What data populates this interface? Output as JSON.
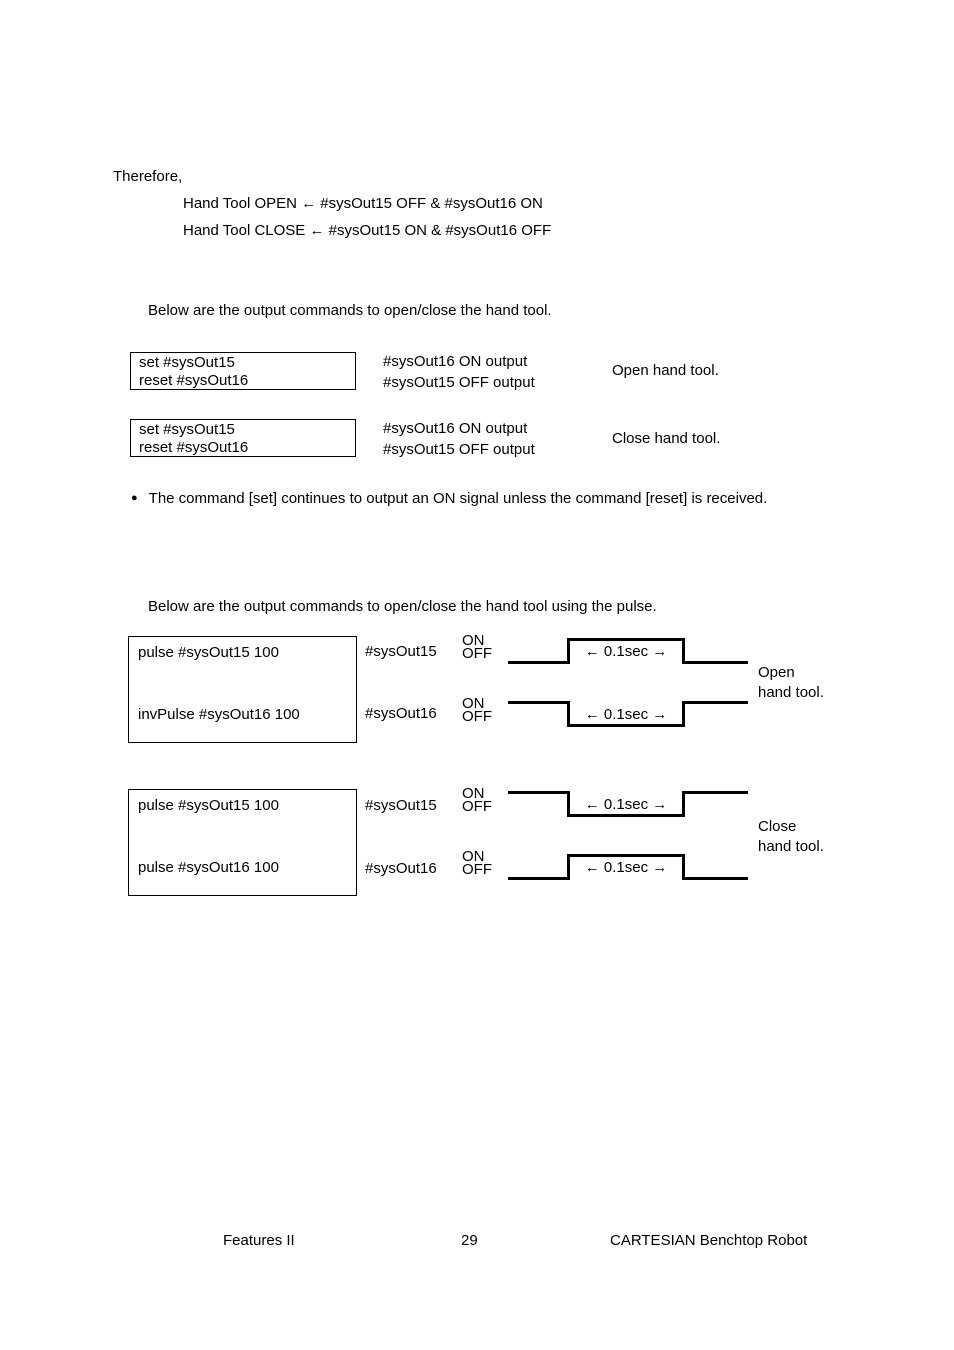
{
  "intro": {
    "therefore": "Therefore,",
    "open_line": "Hand Tool OPEN ← #sysOut15 OFF & #sysOut16 ON",
    "close_line": "Hand Tool CLOSE ← #sysOut15 ON & #sysOut16 OFF"
  },
  "set_section": {
    "lead": "Below are the output commands to open/close the hand tool.",
    "rows": [
      {
        "command_lines": [
          "set #sysOut15",
          "reset #sysOut16"
        ],
        "output_lines": [
          "#sysOut16 ON output",
          "#sysOut15 OFF output"
        ],
        "result": "Open hand tool."
      },
      {
        "command_lines": [
          "set #sysOut15",
          "reset #sysOut16"
        ],
        "output_lines": [
          "#sysOut16 ON output",
          "#sysOut15 OFF output"
        ],
        "result": "Close hand tool."
      }
    ],
    "bullet": "●",
    "note": "The command [set] continues to output an ON signal unless the command [reset] is received."
  },
  "pulse_section": {
    "lead": "Below are the output commands to open/close the hand tool using the pulse.",
    "diagrams": [
      {
        "commands": [
          "pulse #sysOut15 100",
          "invPulse #sysOut16 100"
        ],
        "signals": [
          {
            "name": "#sysOut15",
            "on_label": "ON",
            "off_label": "OFF",
            "pulse_label": "← 0.1sec →",
            "waveform": "high-pulse",
            "pulse_duration_sec": 0.1
          },
          {
            "name": "#sysOut16",
            "on_label": "ON",
            "off_label": "OFF",
            "pulse_label": "← 0.1sec →",
            "waveform": "low-pulse",
            "pulse_duration_sec": 0.1
          }
        ],
        "result_lines": [
          "Open",
          "hand tool."
        ]
      },
      {
        "commands": [
          "pulse #sysOut15 100",
          "pulse #sysOut16 100"
        ],
        "signals": [
          {
            "name": "#sysOut15",
            "on_label": "ON",
            "off_label": "OFF",
            "pulse_label": "← 0.1sec →",
            "waveform": "low-pulse",
            "pulse_duration_sec": 0.1
          },
          {
            "name": "#sysOut16",
            "on_label": "ON",
            "off_label": "OFF",
            "pulse_label": "← 0.1sec →",
            "waveform": "high-pulse",
            "pulse_duration_sec": 0.1
          }
        ],
        "result_lines": [
          "Close",
          "hand tool."
        ]
      }
    ]
  },
  "footer": {
    "left": "Features II",
    "page_number": "29",
    "right": "CARTESIAN Benchtop Robot"
  }
}
